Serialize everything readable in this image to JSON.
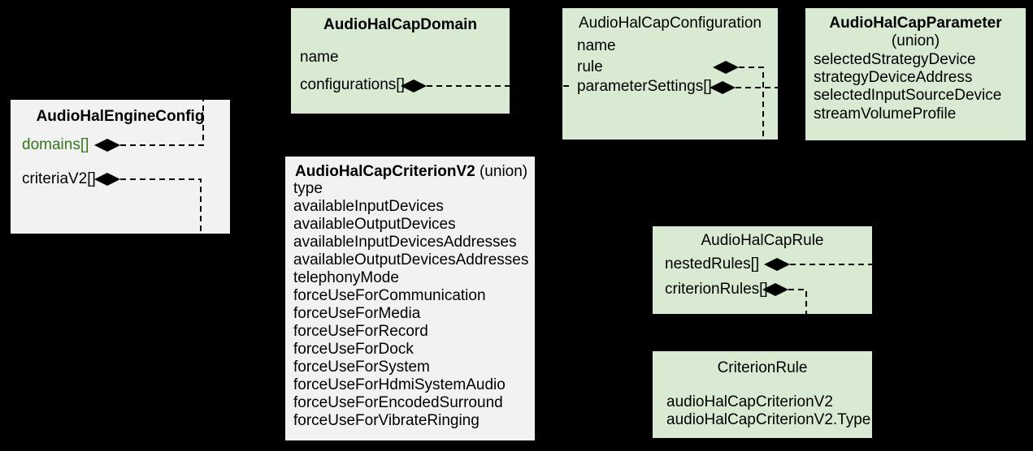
{
  "diagram": {
    "background_color": "#000000",
    "node_fill_green": "#d9ead3",
    "node_fill_gray": "#f2f2f2",
    "accent_text_color": "#38761d",
    "line_color": "#000000",
    "boxes": [
      {
        "id": "engine_config",
        "title": "AudioHalEngineConfig",
        "fields": [
          {
            "label": "domains[]",
            "accent": true,
            "diamond": true
          },
          {
            "label": "criteriaV2[]",
            "diamond": true
          }
        ]
      },
      {
        "id": "cap_domain",
        "title": "AudioHalCapDomain",
        "fields": [
          {
            "label": "name"
          },
          {
            "label": "configurations[]",
            "diamond": true
          }
        ]
      },
      {
        "id": "cap_configuration",
        "title": "AudioHalCapConfiguration",
        "fields": [
          {
            "label": "name"
          },
          {
            "label": "rule",
            "diamond": true
          },
          {
            "label": "parameterSettings[]",
            "diamond": true
          }
        ]
      },
      {
        "id": "cap_parameter",
        "title": "AudioHalCapParameter",
        "subtitle": "(union)",
        "fields": [
          {
            "label": "selectedStrategyDevice"
          },
          {
            "label": "strategyDeviceAddress"
          },
          {
            "label": "selectedInputSourceDevice"
          },
          {
            "label": "streamVolumeProfile"
          }
        ]
      },
      {
        "id": "criterion_v2",
        "title": "AudioHalCapCriterionV2",
        "title_suffix": " (union)",
        "fields": [
          {
            "label": "type"
          },
          {
            "label": "availableInputDevices"
          },
          {
            "label": "availableOutputDevices"
          },
          {
            "label": "availableInputDevicesAddresses"
          },
          {
            "label": "availableOutputDevicesAddresses"
          },
          {
            "label": "telephonyMode"
          },
          {
            "label": "forceUseForCommunication"
          },
          {
            "label": "forceUseForMedia"
          },
          {
            "label": "forceUseForRecord"
          },
          {
            "label": "forceUseForDock"
          },
          {
            "label": "forceUseForSystem"
          },
          {
            "label": "forceUseForHdmiSystemAudio"
          },
          {
            "label": "forceUseForEncodedSurround"
          },
          {
            "label": "forceUseForVibrateRinging"
          }
        ]
      },
      {
        "id": "cap_rule",
        "title": "AudioHalCapRule",
        "fields": [
          {
            "label": "nestedRules[]",
            "diamond": true
          },
          {
            "label": "criterionRules[]",
            "diamond": true
          }
        ]
      },
      {
        "id": "criterion_rule",
        "title": "CriterionRule",
        "fields": [
          {
            "label": "audioHalCapCriterionV2"
          },
          {
            "label": "audioHalCapCriterionV2.Type"
          }
        ]
      }
    ]
  }
}
